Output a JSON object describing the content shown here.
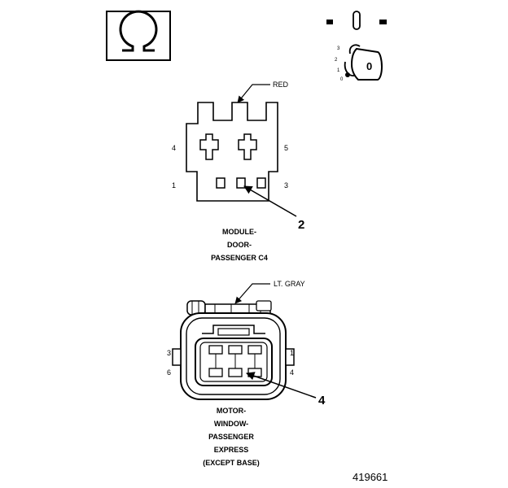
{
  "ignition_key": {
    "positions": [
      "3",
      "2",
      "1",
      "0"
    ],
    "key_label": "0"
  },
  "connector_c4": {
    "wire_color": "RED",
    "pins": {
      "top_left": "4",
      "top_right": "5",
      "bottom_left": "1",
      "bottom_right": "3"
    },
    "callout": "2",
    "name_lines": [
      "MODULE-",
      "DOOR-",
      "PASSENGER C4"
    ]
  },
  "connector_motor": {
    "wire_color": "LT. GRAY",
    "pins": {
      "top_left": "3",
      "top_right": "1",
      "bottom_left": "6",
      "bottom_right": "4"
    },
    "callout": "4",
    "name_lines": [
      "MOTOR-",
      "WINDOW-",
      "PASSENGER",
      "EXPRESS",
      "(EXCEPT BASE)"
    ]
  },
  "figure_number": "419661",
  "icons": [
    "ohmmeter-icon",
    "ignition-switch-icon",
    "key-icon"
  ]
}
